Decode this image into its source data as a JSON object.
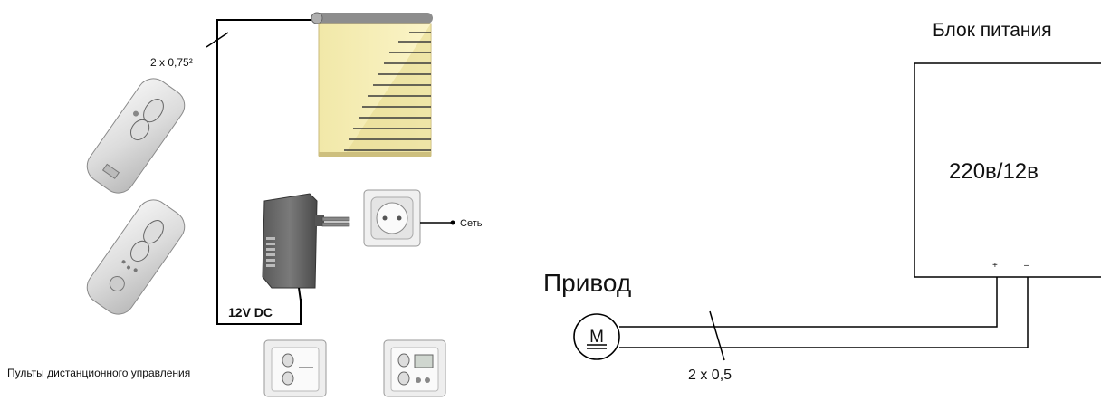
{
  "left": {
    "wire_label": "2 x 0,75²",
    "socket_label": "Сеть",
    "adapter_label": "12V DC",
    "remotes_caption": "Пульты дистанционного управления"
  },
  "right": {
    "psu_title": "Блок питания",
    "psu_rating": "220в/12в",
    "plus": "+",
    "minus": "–",
    "motor_title": "Привод",
    "motor_symbol": "M",
    "cable_label": "2 x 0,5"
  }
}
